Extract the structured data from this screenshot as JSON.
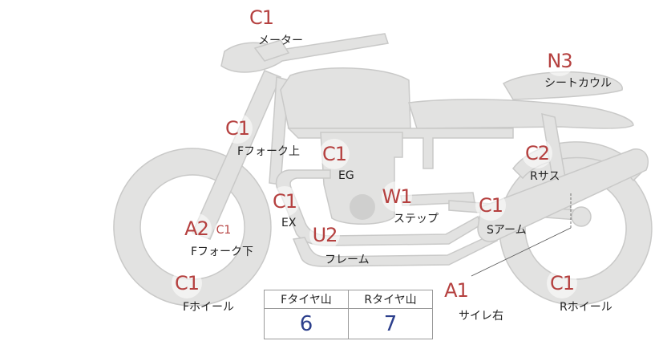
{
  "marker_color": "#b5403f",
  "body_color": "#e2e2e1",
  "value_color": "#2c3f8c",
  "markers": [
    {
      "grade": "C1",
      "label": "メーター"
    },
    {
      "grade": "N3",
      "label": "シートカウル"
    },
    {
      "grade": "C1",
      "label": "Fフォーク上"
    },
    {
      "grade": "C1",
      "label": "EG"
    },
    {
      "grade": "C2",
      "label": "Rサス"
    },
    {
      "grade": "C1",
      "label": "EX"
    },
    {
      "grade": "W1",
      "label": "ステップ"
    },
    {
      "grade": "C1",
      "label": "Sアーム"
    },
    {
      "grade": "A2",
      "sub_grade": "C1",
      "label": "Fフォーク下"
    },
    {
      "grade": "U2",
      "label": "フレーム"
    },
    {
      "grade": "C1",
      "label": "Fホイール"
    },
    {
      "grade": "A1",
      "label": "サイレ右"
    },
    {
      "grade": "C1",
      "label": "Rホイール"
    }
  ],
  "tire_table": {
    "headers": [
      "Fタイヤ山",
      "Rタイヤ山"
    ],
    "values": [
      "6",
      "7"
    ]
  }
}
